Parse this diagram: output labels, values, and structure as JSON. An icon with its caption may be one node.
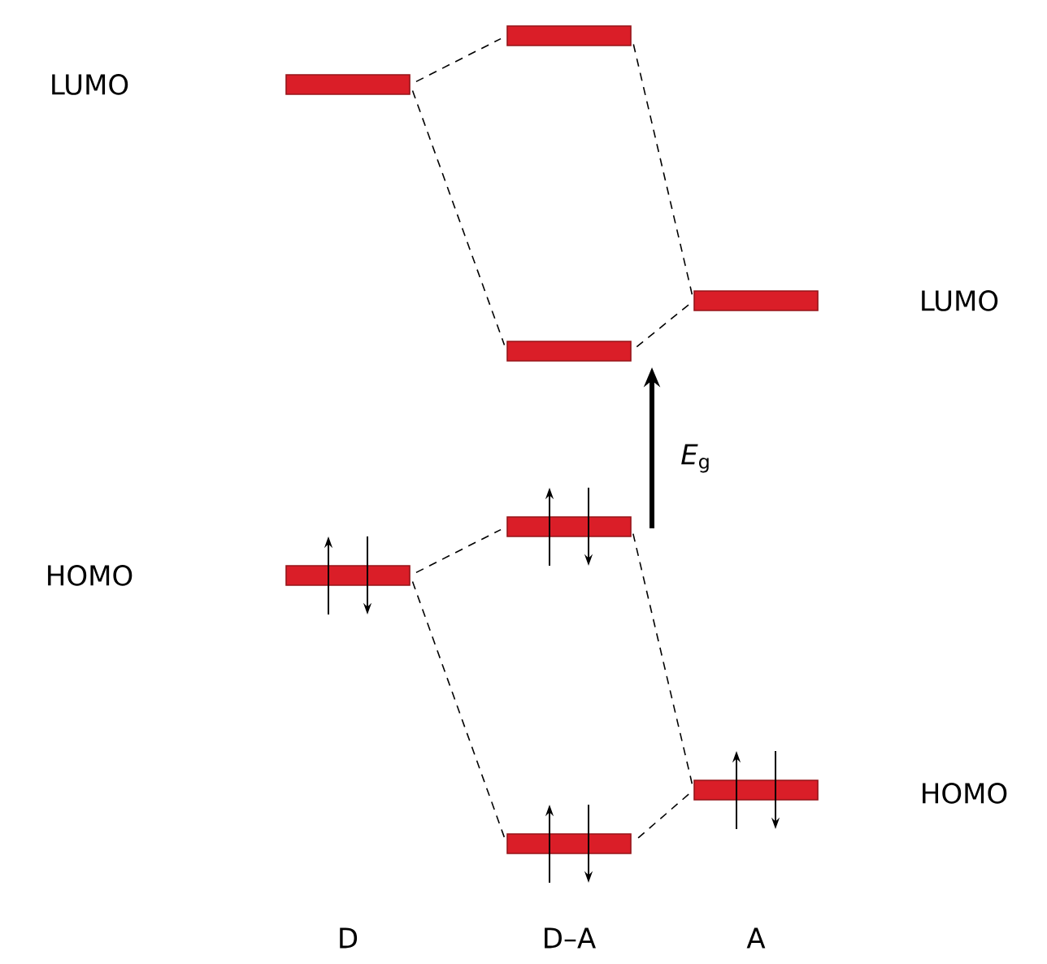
{
  "diagram": {
    "nodes": [
      {
        "text": [],
        "shape": "bar"
      },
      {
        "text": [],
        "shape": "bar"
      },
      {
        "text": [],
        "shape": "bar"
      },
      {
        "text": [],
        "shape": "bar"
      },
      {
        "text": [],
        "shape": "bar"
      },
      {
        "text": [],
        "shape": "bar"
      },
      {
        "text": [],
        "shape": "bar"
      },
      {
        "text": [],
        "shape": "bar"
      }
    ],
    "edges": [
      {
        "from": 1,
        "to": 0,
        "arrow": "none",
        "style": "dashed"
      },
      {
        "from": 1,
        "to": 3,
        "arrow": "none",
        "style": "dashed"
      },
      {
        "from": 2,
        "to": 0,
        "arrow": "none",
        "style": "dashed"
      },
      {
        "from": 2,
        "to": 3,
        "arrow": "none",
        "style": "dashed"
      },
      {
        "from": 5,
        "to": 4,
        "arrow": "none",
        "style": "dashed"
      },
      {
        "from": 5,
        "to": 7,
        "arrow": "none",
        "style": "dashed"
      },
      {
        "from": 6,
        "to": 4,
        "arrow": "none",
        "style": "dashed"
      },
      {
        "from": 6,
        "to": 7,
        "arrow": "none",
        "style": "dashed"
      }
    ],
    "labels": [
      "LUMO",
      "LUMO",
      "*E*$_{g}$",
      "HOMO",
      "HOMO",
      "D",
      "D–A",
      "A"
    ]
  }
}
